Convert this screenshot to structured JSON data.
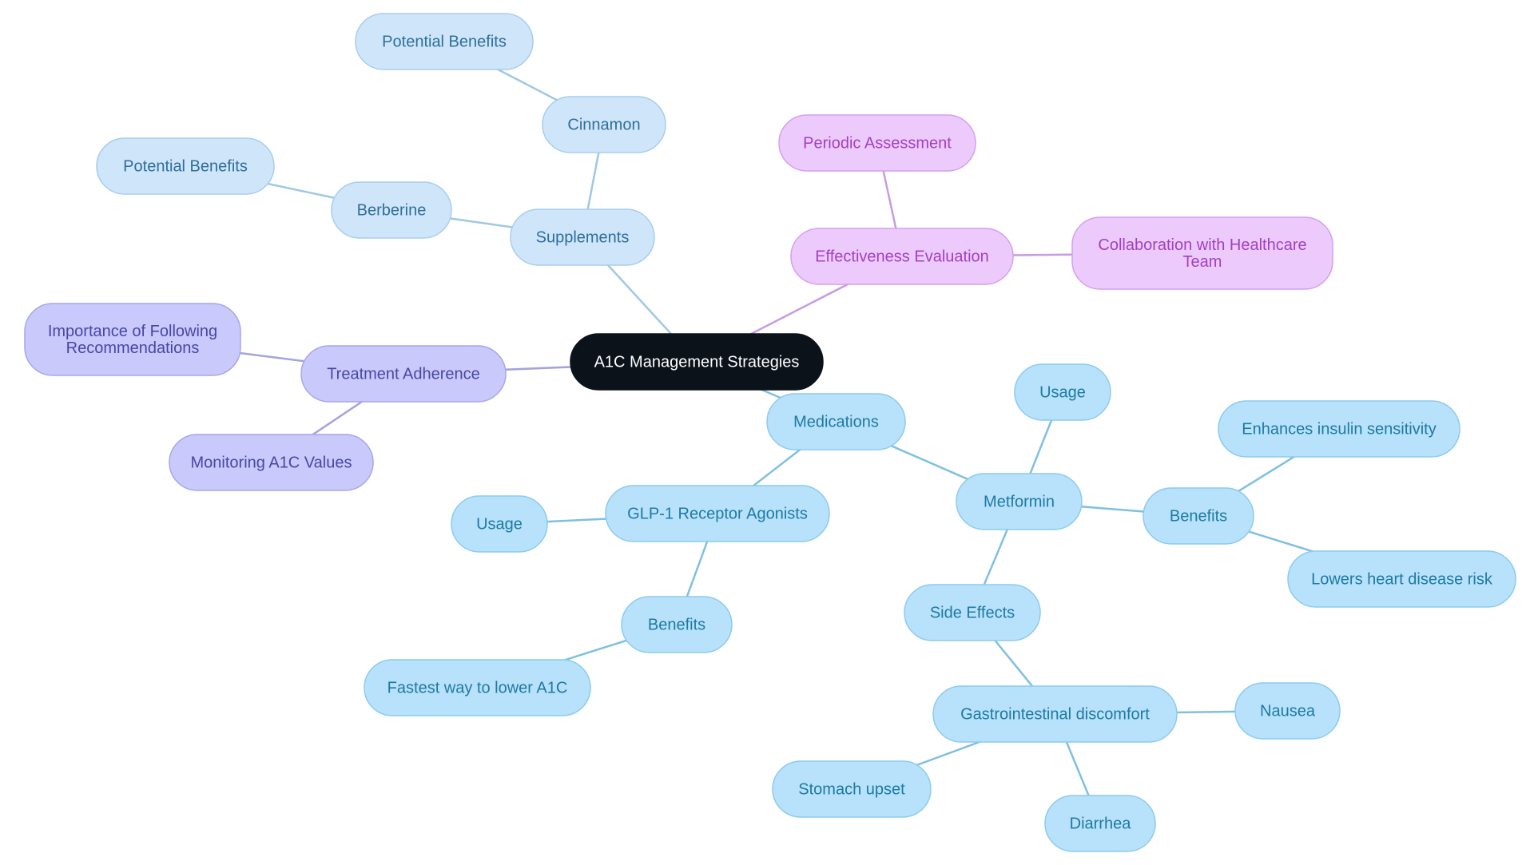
{
  "colors": {
    "background": "#ffffff",
    "root_fill": "#0b121a",
    "root_text": "#ffffff",
    "supplements_fill": "#cfe5fa",
    "supplements_stroke": "#a7cdee",
    "supplements_text": "#2f6f9a",
    "supplements_edge": "#9fc8e4",
    "medications_fill": "#b8e1fb",
    "medications_stroke": "#8ccbef",
    "medications_text": "#1d7aa3",
    "medications_edge": "#7fc0e0",
    "evaluation_fill": "#eccbfc",
    "evaluation_stroke": "#d49ef0",
    "evaluation_text": "#a33fc4",
    "evaluation_edge": "#c79be3",
    "adherence_fill": "#c9c9fb",
    "adherence_stroke": "#a7a6ec",
    "adherence_text": "#4747a6",
    "adherence_edge": "#a5a3dc"
  },
  "diagram": {
    "root": {
      "label": "A1C Management Strategies"
    },
    "supplements": {
      "label": "Supplements",
      "cinnamon": {
        "label": "Cinnamon",
        "benefits": "Potential Benefits"
      },
      "berberine": {
        "label": "Berberine",
        "benefits": "Potential Benefits"
      }
    },
    "evaluation": {
      "label": "Effectiveness Evaluation",
      "periodic": "Periodic Assessment",
      "collaboration": [
        "Collaboration with Healthcare",
        "Team"
      ]
    },
    "adherence": {
      "label": "Treatment Adherence",
      "importance": [
        "Importance of Following",
        "Recommendations"
      ],
      "monitoring": "Monitoring A1C Values"
    },
    "medications": {
      "label": "Medications",
      "glp1": {
        "label": "GLP-1 Receptor Agonists",
        "usage": "Usage",
        "benefits": {
          "label": "Benefits",
          "item": "Fastest way to lower A1C"
        }
      },
      "metformin": {
        "label": "Metformin",
        "usage": "Usage",
        "benefits": {
          "label": "Benefits",
          "items": [
            "Enhances insulin sensitivity",
            "Lowers heart disease risk"
          ]
        },
        "side_effects": {
          "label": "Side Effects",
          "gi": {
            "label": "Gastrointestinal discomfort",
            "items": [
              "Nausea",
              "Stomach upset",
              "Diarrhea"
            ]
          }
        }
      }
    }
  }
}
